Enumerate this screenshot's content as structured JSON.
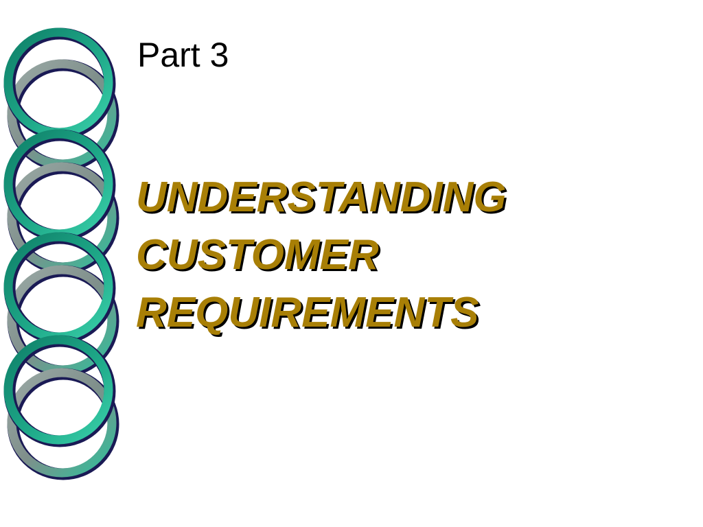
{
  "slide": {
    "part_label": "Part 3",
    "title_lines": [
      "UNDERSTANDING",
      "CUSTOMER",
      "REQUIREMENTS"
    ]
  },
  "decoration": {
    "icon": "interlocking-rings-icon",
    "ring_count": 8,
    "colors": {
      "ring_dark_teal": "#138a72",
      "ring_light_teal": "#34c4a0",
      "ring_gray": "#8a9a96",
      "ring_outline": "#1a1a55",
      "title_gold": "#a87f06",
      "title_shadow": "#000000"
    }
  }
}
